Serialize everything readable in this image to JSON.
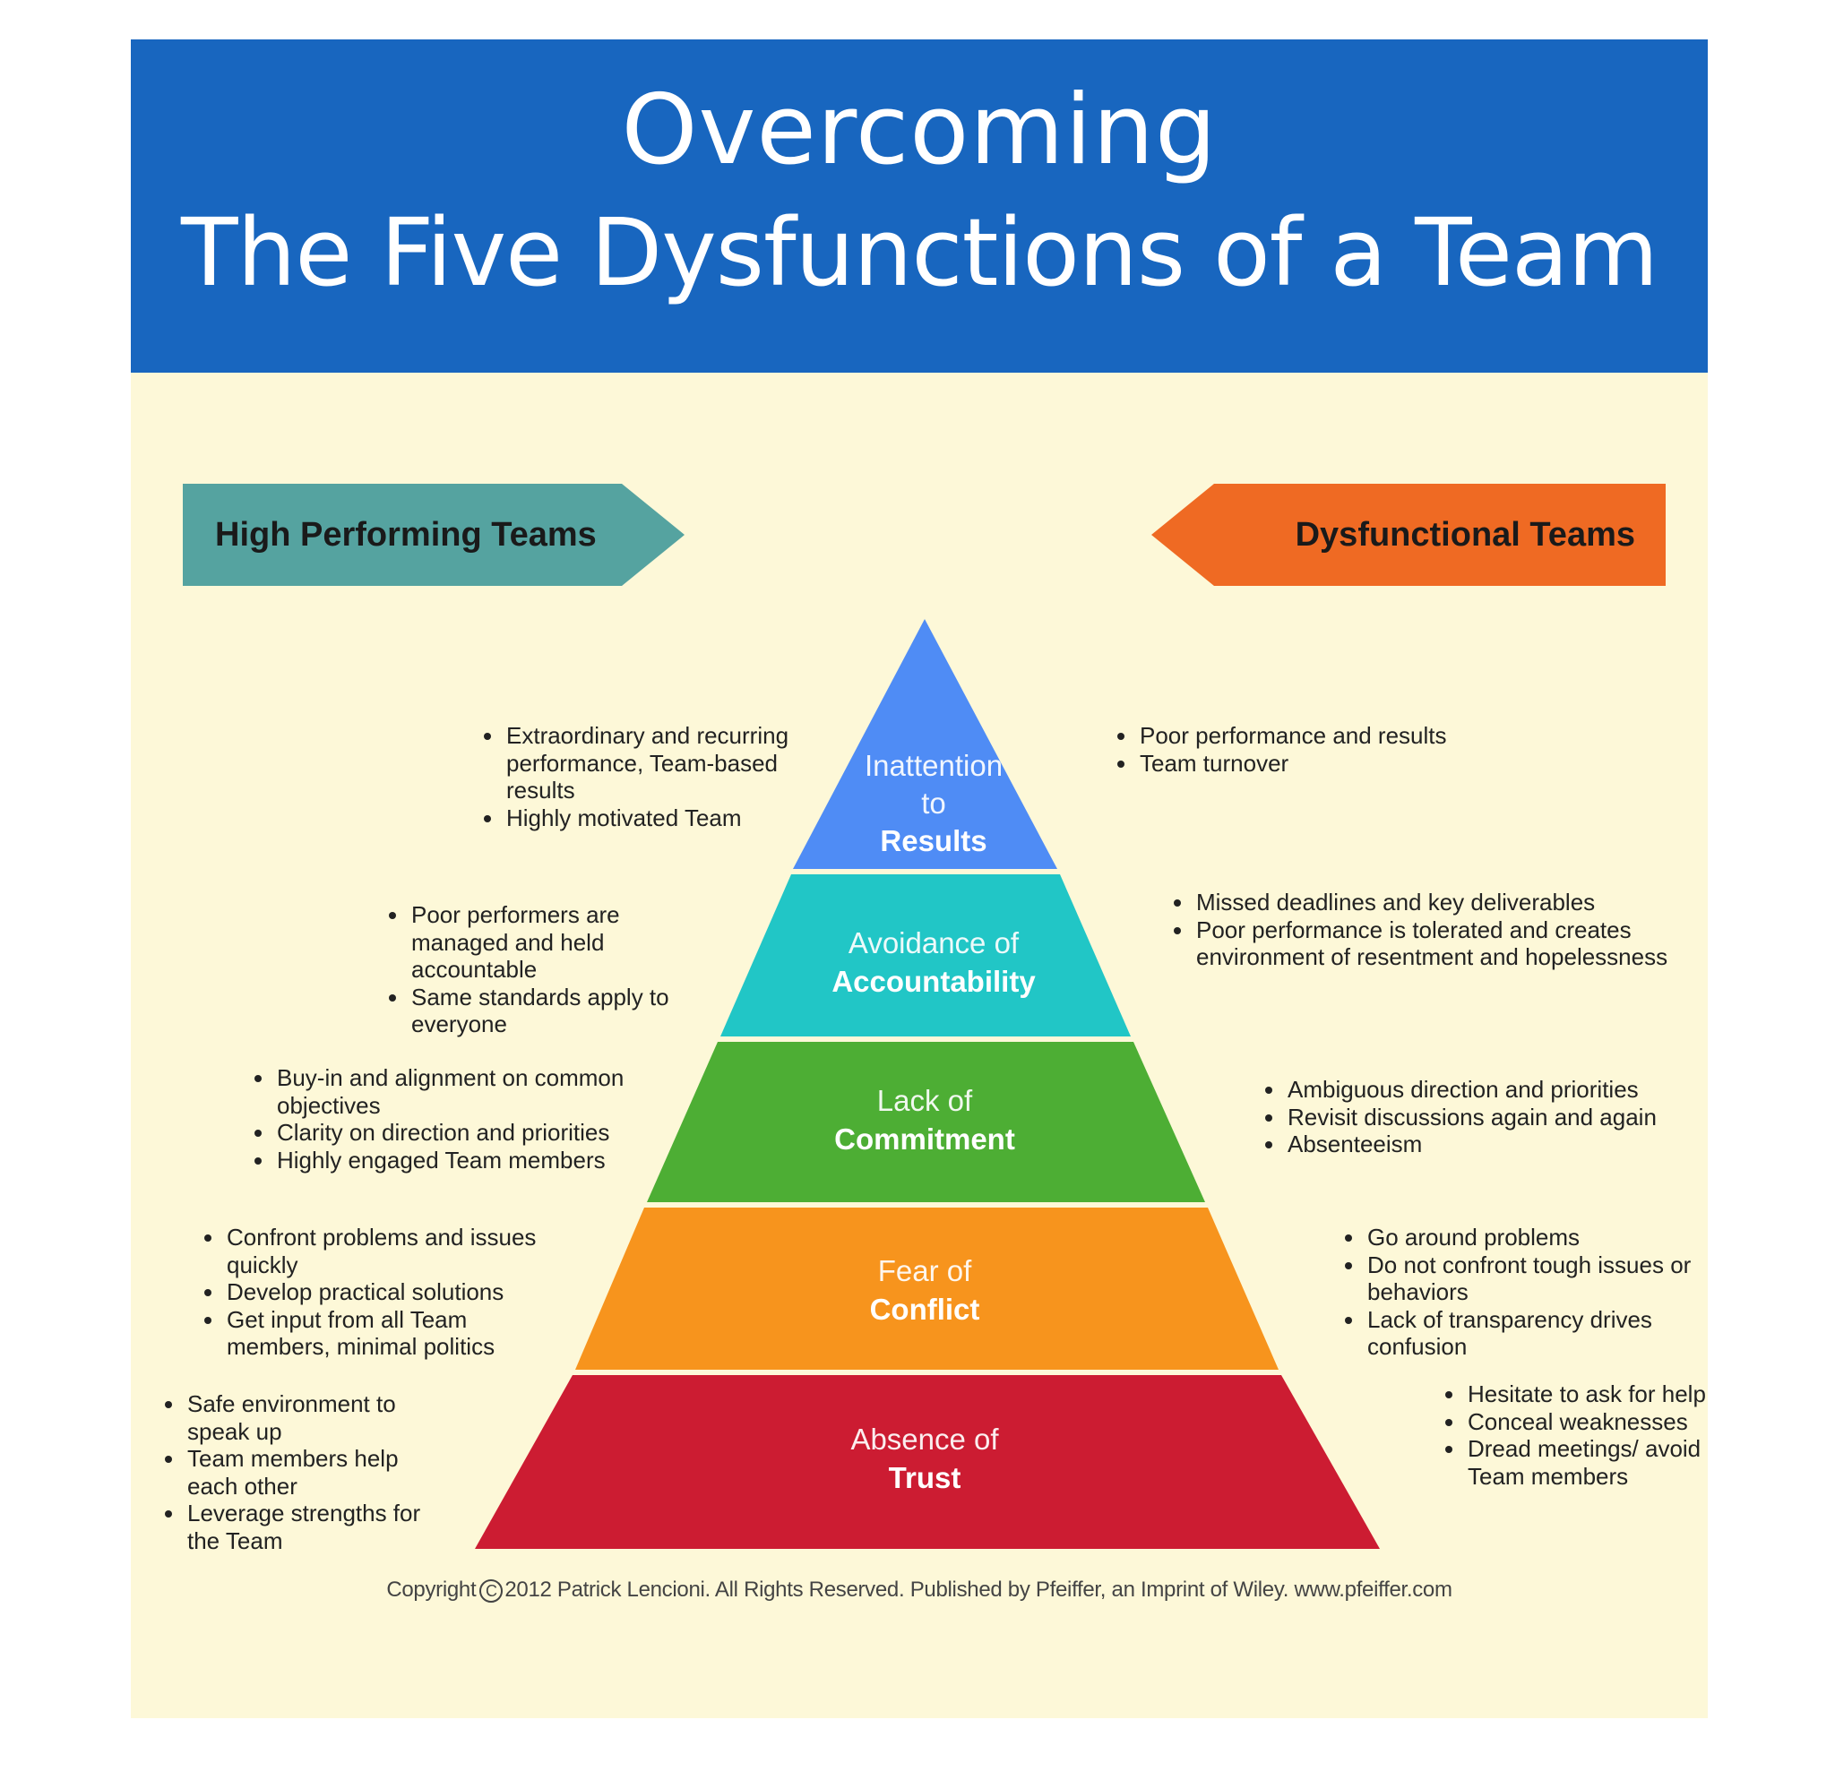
{
  "header": {
    "title_line1": "Overcoming",
    "title_line2": "The Five Dysfunctions of a Team"
  },
  "banners": {
    "left": {
      "label": "High Performing Teams",
      "color": "#55a3a0"
    },
    "right": {
      "label": "Dysfunctional Teams",
      "color": "#ef6a23"
    }
  },
  "layers": [
    {
      "line1": "Inattention",
      "line1b": "to",
      "line2": "Results",
      "color": "#4f8cf5",
      "high_performing": [
        "Extraordinary and recurring performance, Team-based results",
        "Highly motivated Team"
      ],
      "dysfunctional": [
        "Poor performance and results",
        "Team turnover"
      ]
    },
    {
      "line1": "Avoidance of",
      "line2": "Accountability",
      "color": "#21c6c6",
      "high_performing": [
        "Poor performers are managed and held accountable",
        "Same standards apply to everyone"
      ],
      "dysfunctional": [
        "Missed deadlines and key deliverables",
        "Poor performance is tolerated and creates environment of resentment and hopelessness"
      ]
    },
    {
      "line1": "Lack of",
      "line2": "Commitment",
      "color": "#4dae34",
      "high_performing": [
        "Buy-in and alignment on common objectives",
        "Clarity on direction and priorities",
        "Highly engaged Team members"
      ],
      "dysfunctional": [
        "Ambiguous direction and priorities",
        "Revisit discussions again and again",
        "Absenteeism"
      ]
    },
    {
      "line1": "Fear of",
      "line2": "Conflict",
      "color": "#f7941d",
      "high_performing": [
        "Confront problems and issues quickly",
        "Develop practical solutions",
        "Get input from all Team members, minimal politics"
      ],
      "dysfunctional": [
        "Go around problems",
        "Do not confront tough issues or behaviors",
        "Lack of transparency drives confusion"
      ]
    },
    {
      "line1": "Absence of",
      "line2": "Trust",
      "color": "#cc1c32",
      "high_performing": [
        "Safe environment to speak up",
        "Team members help each other",
        "Leverage strengths for the Team"
      ],
      "dysfunctional": [
        "Hesitate to ask for help",
        "Conceal weaknesses",
        "Dread meetings/ avoid Team members"
      ]
    }
  ],
  "footer": {
    "copyright_prefix": "Copyright",
    "copyright_symbol": "C",
    "copyright_text": "2012 Patrick Lencioni. All Rights Reserved. Published by Pfeiffer, an Imprint of Wiley. www.pfeiffer.com"
  }
}
